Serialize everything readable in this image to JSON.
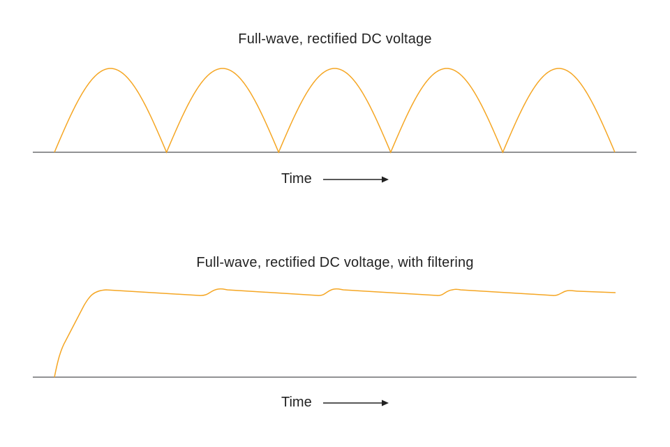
{
  "colors": {
    "wave": "#f5a623",
    "axis": "#6d6e71",
    "text": "#222222"
  },
  "panels": [
    {
      "title": "Full-wave, rectified DC voltage",
      "time_label": "Time",
      "arrow_icon": "right-arrow-icon",
      "waveform": "full-wave-rectified"
    },
    {
      "title": "Full-wave, rectified DC voltage, with filtering",
      "time_label": "Time",
      "arrow_icon": "right-arrow-icon",
      "waveform": "full-wave-rectified-filtered"
    }
  ]
}
